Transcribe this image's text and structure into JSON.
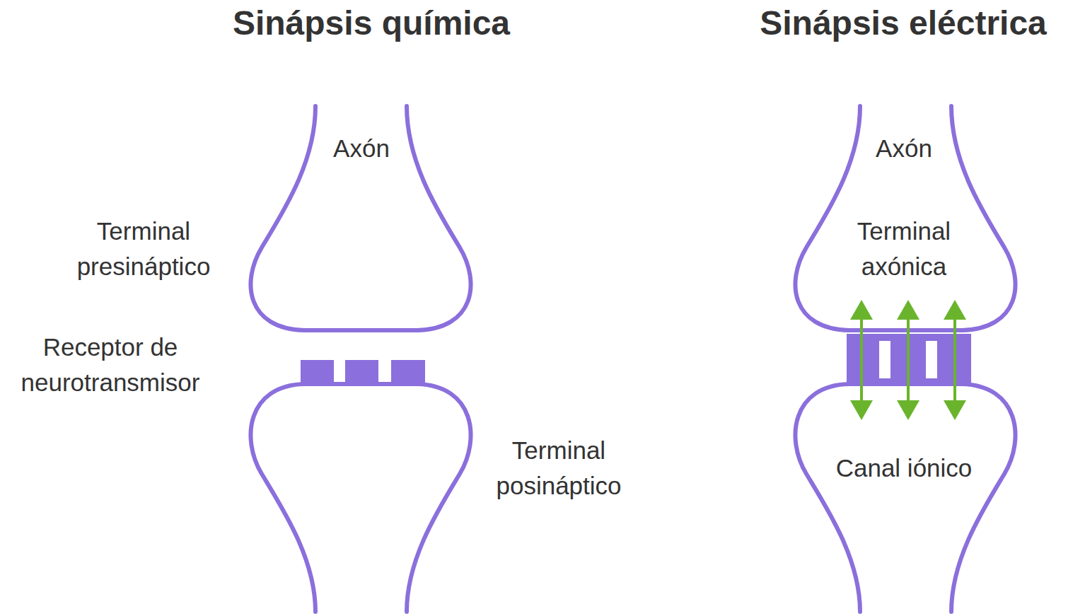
{
  "diagram": {
    "labels": [
      "Sinápsis química",
      "Sinápsis eléctrica",
      "Axón",
      "Terminal presináptico",
      "Receptor de neurotransmisor",
      "Terminal posináptico",
      "Axón",
      "Terminal axónica",
      "Canal iónico"
    ]
  }
}
